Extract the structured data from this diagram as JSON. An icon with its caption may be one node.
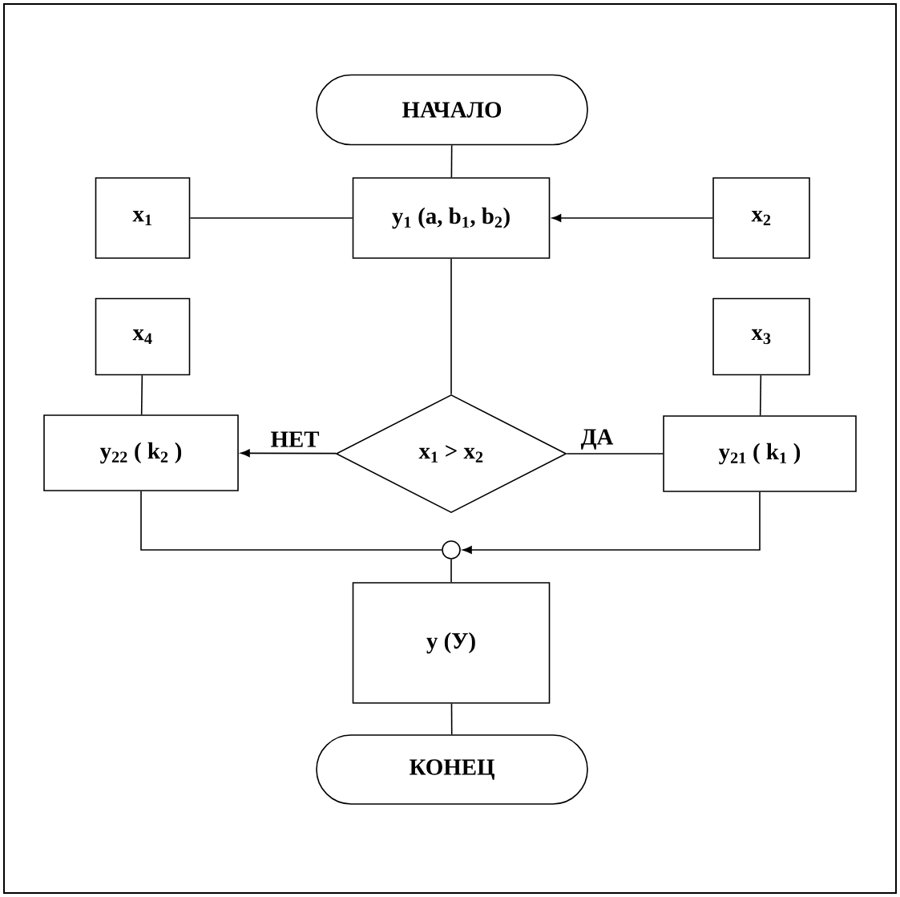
{
  "diagram": {
    "nodes": [
      {
        "text": [
          "НАЧАЛО"
        ]
      },
      {
        "text": [
          "x$_{1}$"
        ]
      },
      {
        "text": [
          "y$_{1}$ (a, b$_{1}$, b$_{2}$)"
        ]
      },
      {
        "text": [
          "x$_{2}$"
        ]
      },
      {
        "text": [
          "x$_{4}$"
        ]
      },
      {
        "text": [
          "x$_{3}$"
        ]
      },
      {
        "text": [
          "y$_{22}$ ( k$_{2}$ )"
        ]
      },
      {
        "text": [
          "x$_{1}$ > x$_{2}$"
        ]
      },
      {
        "text": [
          "y$_{21}$ ( k$_{1}$ )"
        ]
      },
      {
        "text": [],
        "shape": "circle"
      },
      {
        "text": [
          "y (У)"
        ]
      },
      {
        "text": [
          "КОНЕЦ"
        ]
      }
    ],
    "edges": [
      {
        "from": 0,
        "to": 2,
        "arrow": "none"
      },
      {
        "from": 1,
        "to": 2,
        "arrow": "none"
      },
      {
        "from": 3,
        "to": 2,
        "arrow": "to"
      },
      {
        "from": 2,
        "to": 7,
        "arrow": "none"
      },
      {
        "from": 4,
        "to": 6,
        "arrow": "none"
      },
      {
        "from": 5,
        "to": 8,
        "arrow": "none"
      },
      {
        "from": 7,
        "to": 6,
        "arrow": "to",
        "label": "НЕТ"
      },
      {
        "from": 7,
        "to": 8,
        "arrow": "none",
        "label": "ДА"
      },
      {
        "from": 6,
        "to": 9,
        "arrow": "none"
      },
      {
        "from": 8,
        "to": 9,
        "arrow": "to"
      },
      {
        "from": 9,
        "to": 10,
        "arrow": "none"
      },
      {
        "from": 10,
        "to": 11,
        "arrow": "none"
      }
    ]
  }
}
